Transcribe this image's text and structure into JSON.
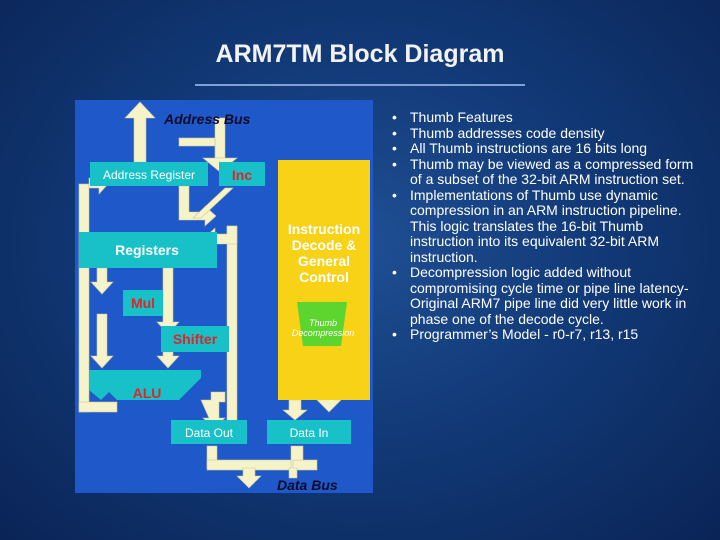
{
  "title": "ARM7TM Block Diagram",
  "diagram": {
    "address_bus": "Address Bus",
    "address_register": "Address Register",
    "inc": "Inc",
    "instruction_decode_lines": [
      "Instruction",
      "Decode &",
      "General",
      "Control"
    ],
    "thumb_decompression_lines": [
      "Thumb",
      "Decompression"
    ],
    "registers": "Registers",
    "mul": "Mul",
    "shifter": "Shifter",
    "alu": "ALU",
    "data_out": "Data Out",
    "data_in": "Data In",
    "data_bus": "Data Bus"
  },
  "bullet_marker": "•",
  "bullets": [
    "Thumb Features",
    "Thumb addresses code density",
    "All Thumb instructions are 16 bits long",
    "Thumb may be viewed as a compressed form of a subset of the 32-bit ARM instruction set.",
    "Implementations of Thumb use dynamic compression in an ARM instruction pipeline. This logic translates the 16-bit Thumb instruction into its equivalent 32-bit ARM instruction.",
    "Decompression logic added without compromising cycle time or pipe line latency-Original ARM7 pipe line did very little work in phase one of the decode cycle.",
    "Programmer’s Model - r0-r7, r13, r15"
  ],
  "colors": {
    "diagram_bg": "#1f58c9",
    "block": "#18c1c8",
    "decode": "#f7d216",
    "thumb": "#5cd62e",
    "arrow": "#f6f3c8",
    "label_red": "#d9272b",
    "label_white": "#ffffff",
    "label_black": "#0b0b2a"
  }
}
